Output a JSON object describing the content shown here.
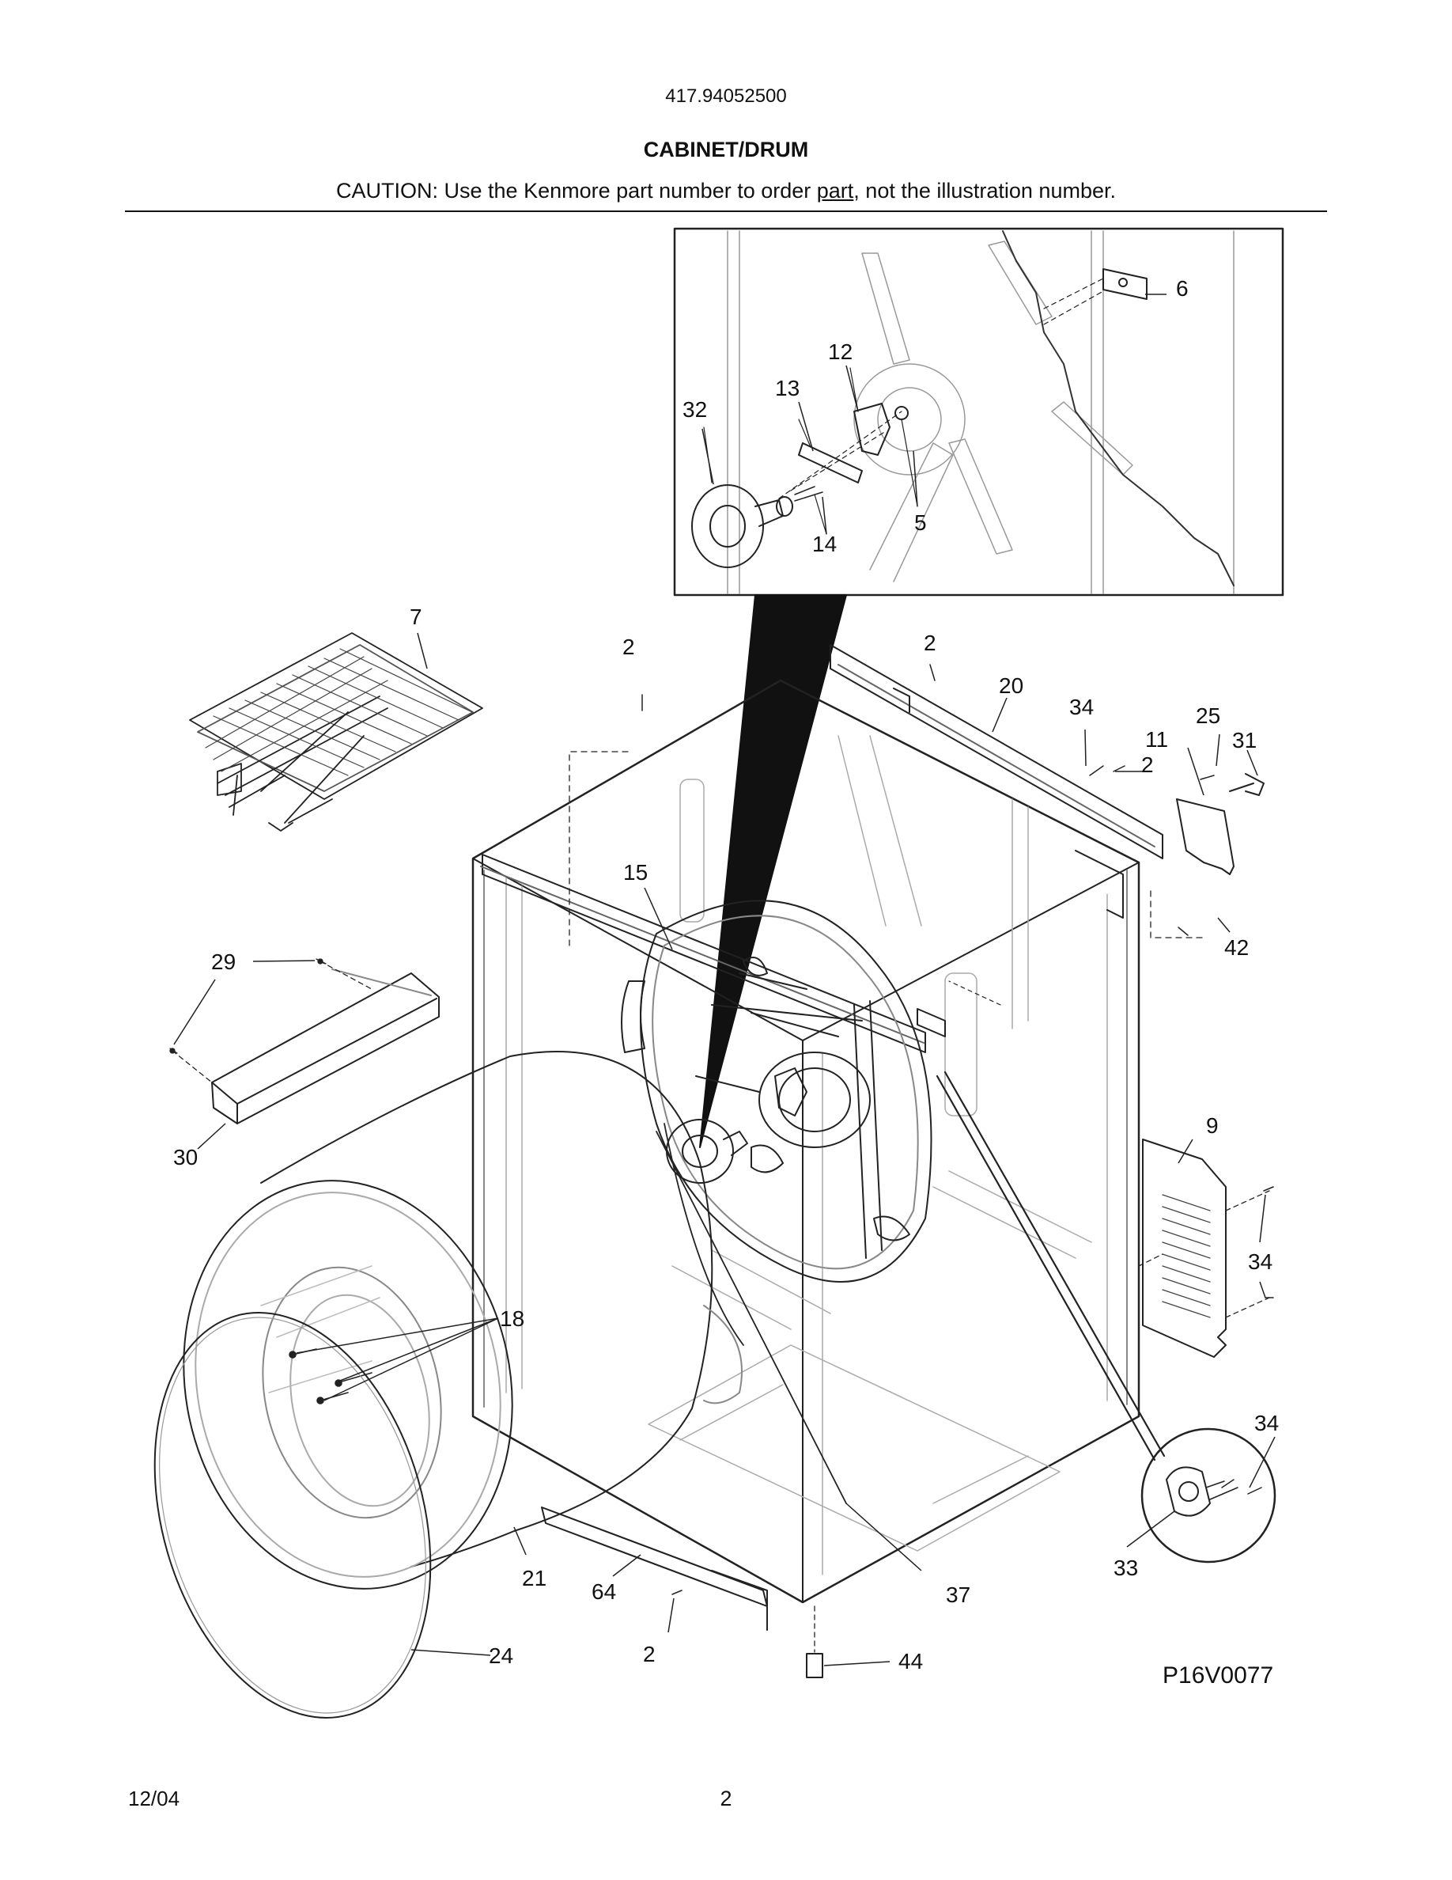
{
  "header": {
    "model_number": "417.94052500",
    "section_title": "CABINET/DRUM",
    "caution_prefix": "CAUTION: Use the Kenmore part number to order ",
    "caution_link": "part",
    "caution_suffix": ", not the illustration number."
  },
  "diagram": {
    "figure_id": "P16V0077",
    "callouts": [
      {
        "id": "c6",
        "label": "6"
      },
      {
        "id": "c12",
        "label": "12"
      },
      {
        "id": "c13",
        "label": "13"
      },
      {
        "id": "c32",
        "label": "32"
      },
      {
        "id": "c5",
        "label": "5"
      },
      {
        "id": "c14",
        "label": "14"
      },
      {
        "id": "c7",
        "label": "7"
      },
      {
        "id": "c2a",
        "label": "2"
      },
      {
        "id": "c2b",
        "label": "2"
      },
      {
        "id": "c20",
        "label": "20"
      },
      {
        "id": "c34a",
        "label": "34"
      },
      {
        "id": "c25",
        "label": "25"
      },
      {
        "id": "c11",
        "label": "11"
      },
      {
        "id": "c31",
        "label": "31"
      },
      {
        "id": "c2c",
        "label": "2"
      },
      {
        "id": "c15",
        "label": "15"
      },
      {
        "id": "c42",
        "label": "42"
      },
      {
        "id": "c29",
        "label": "29"
      },
      {
        "id": "c30",
        "label": "30"
      },
      {
        "id": "c9",
        "label": "9"
      },
      {
        "id": "c34b",
        "label": "34"
      },
      {
        "id": "c18",
        "label": "18"
      },
      {
        "id": "c34c",
        "label": "34"
      },
      {
        "id": "c33",
        "label": "33"
      },
      {
        "id": "c21",
        "label": "21"
      },
      {
        "id": "c64",
        "label": "64"
      },
      {
        "id": "c37",
        "label": "37"
      },
      {
        "id": "c24",
        "label": "24"
      },
      {
        "id": "c2d",
        "label": "2"
      },
      {
        "id": "c44",
        "label": "44"
      }
    ]
  },
  "footer": {
    "date": "12/04",
    "page_number": "2"
  }
}
